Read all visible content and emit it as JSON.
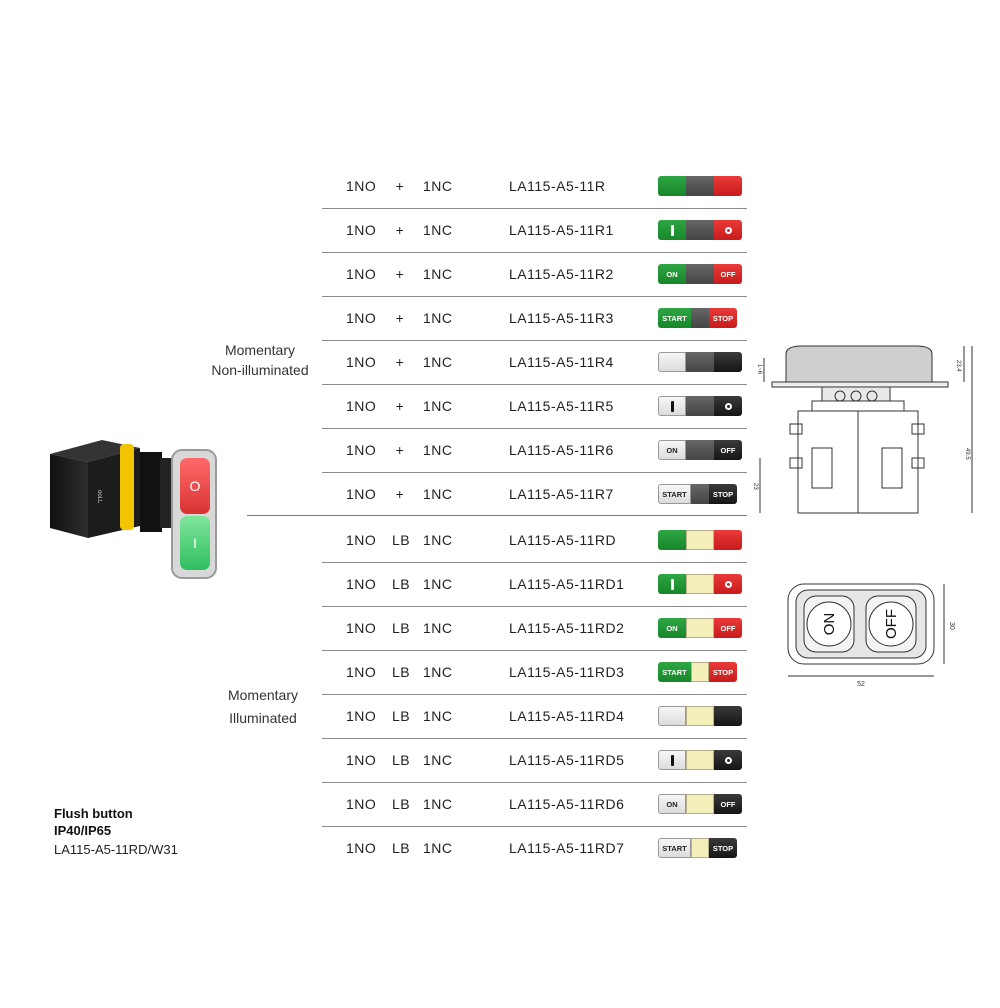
{
  "groups": [
    {
      "label_line1": "Momentary",
      "label_line2": "Non-illuminated"
    },
    {
      "label_line1": "Momentary",
      "label_line2": "Illuminated"
    }
  ],
  "rows": [
    {
      "contact_no": "1NO",
      "mid": "+",
      "contact_nc": "1NC",
      "model": "LA115-A5-11R"
    },
    {
      "contact_no": "1NO",
      "mid": "+",
      "contact_nc": "1NC",
      "model": "LA115-A5-11R1"
    },
    {
      "contact_no": "1NO",
      "mid": "+",
      "contact_nc": "1NC",
      "model": "LA115-A5-11R2",
      "on": "ON",
      "off": "OFF"
    },
    {
      "contact_no": "1NO",
      "mid": "+",
      "contact_nc": "1NC",
      "model": "LA115-A5-11R3",
      "on": "START",
      "off": "STOP"
    },
    {
      "contact_no": "1NO",
      "mid": "+",
      "contact_nc": "1NC",
      "model": "LA115-A5-11R4"
    },
    {
      "contact_no": "1NO",
      "mid": "+",
      "contact_nc": "1NC",
      "model": "LA115-A5-11R5"
    },
    {
      "contact_no": "1NO",
      "mid": "+",
      "contact_nc": "1NC",
      "model": "LA115-A5-11R6",
      "on": "ON",
      "off": "OFF"
    },
    {
      "contact_no": "1NO",
      "mid": "+",
      "contact_nc": "1NC",
      "model": "LA115-A5-11R7",
      "on": "START",
      "off": "STOP"
    },
    {
      "contact_no": "1NO",
      "mid": "LB",
      "contact_nc": "1NC",
      "model": "LA115-A5-11RD"
    },
    {
      "contact_no": "1NO",
      "mid": "LB",
      "contact_nc": "1NC",
      "model": "LA115-A5-11RD1"
    },
    {
      "contact_no": "1NO",
      "mid": "LB",
      "contact_nc": "1NC",
      "model": "LA115-A5-11RD2",
      "on": "ON",
      "off": "OFF"
    },
    {
      "contact_no": "1NO",
      "mid": "LB",
      "contact_nc": "1NC",
      "model": "LA115-A5-11RD3",
      "on": "START",
      "off": "STOP"
    },
    {
      "contact_no": "1NO",
      "mid": "LB",
      "contact_nc": "1NC",
      "model": "LA115-A5-11RD4"
    },
    {
      "contact_no": "1NO",
      "mid": "LB",
      "contact_nc": "1NC",
      "model": "LA115-A5-11RD5"
    },
    {
      "contact_no": "1NO",
      "mid": "LB",
      "contact_nc": "1NC",
      "model": "LA115-A5-11RD6",
      "on": "ON",
      "off": "OFF"
    },
    {
      "contact_no": "1NO",
      "mid": "LB",
      "contact_nc": "1NC",
      "model": "LA115-A5-11RD7",
      "on": "START",
      "off": "STOP"
    }
  ],
  "flush": {
    "title": "Flush button",
    "ip": "IP40/IP65",
    "model": "LA115-A5-11RD/W31"
  },
  "product_photo": {
    "body_text": "ooLL",
    "top_face_symbol": "O",
    "bottom_face_symbol": "I"
  },
  "drawing": {
    "dim_gap": "1~6",
    "dim_head": "23.4",
    "dim_total": "49.5",
    "dim_body": "23",
    "dim_width": "52",
    "dim_height": "30",
    "face_on": "ON",
    "face_off": "OFF"
  },
  "colors": {
    "green": "#1f9a35",
    "red": "#d82626",
    "grey": "#555555",
    "black": "#1e1e1e",
    "cream": "#f4eeb8"
  }
}
